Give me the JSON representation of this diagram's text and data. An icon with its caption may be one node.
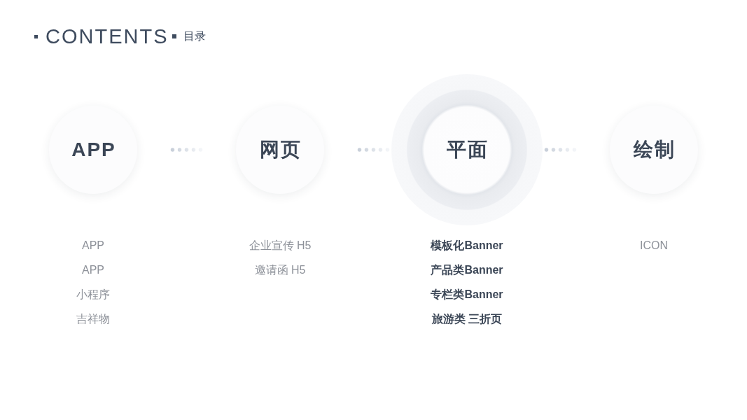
{
  "diagram": {
    "title": "CONTENTS",
    "nodes": [
      {
        "text": [
          "APP"
        ],
        "beside": [
          "APP",
          "APP",
          "小程序",
          "吉祥物"
        ]
      },
      {
        "text": [
          "网页"
        ],
        "beside": [
          "企业宣传 H5",
          "邀请函 H5"
        ]
      },
      {
        "text": [
          "平面"
        ],
        "beside": [
          "模板化Banner",
          "产品类Banner",
          "专栏类Banner",
          "旅游类 三折页"
        ]
      },
      {
        "text": [
          "绘制"
        ]
      }
    ],
    "edges": [
      {
        "from": 0,
        "to": 1,
        "arrow": "none"
      },
      {
        "from": 1,
        "to": 2,
        "arrow": "none"
      },
      {
        "from": 2,
        "to": 3,
        "arrow": "none"
      }
    ],
    "labels": [
      "目录",
      "ICON"
    ]
  }
}
